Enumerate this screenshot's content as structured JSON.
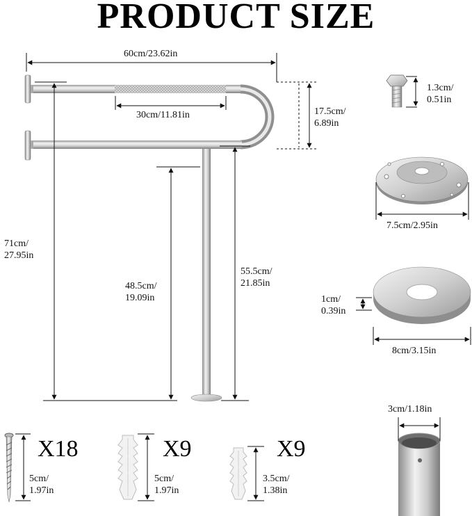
{
  "title": "PRODUCT SIZE",
  "rail": {
    "width_label": "60cm/23.62in",
    "grip_label": "30cm/11.81in",
    "depth_label_1": "17.5cm/",
    "depth_label_2": "6.89in",
    "total_height_1": "71cm/",
    "total_height_2": "27.95in",
    "leg_height_1": "48.5cm/",
    "leg_height_2": "19.09in",
    "bar_height_1": "55.5cm/",
    "bar_height_2": "21.85in"
  },
  "parts": {
    "bolt_1": "1.3cm/",
    "bolt_2": "0.51in",
    "flange_width": "7.5cm/2.95in",
    "cover_thick_1": "1cm/",
    "cover_thick_2": "0.39in",
    "cover_width": "8cm/3.15in",
    "tube_diameter": "3cm/1.18in"
  },
  "hardware": {
    "screw_qty": "X18",
    "screw_len_1": "5cm/",
    "screw_len_2": "1.97in",
    "anchor_large_qty": "X9",
    "anchor_large_len_1": "5cm/",
    "anchor_large_len_2": "1.97in",
    "anchor_small_qty": "X9",
    "anchor_small_len_1": "3.5cm/",
    "anchor_small_len_2": "1.38in"
  }
}
